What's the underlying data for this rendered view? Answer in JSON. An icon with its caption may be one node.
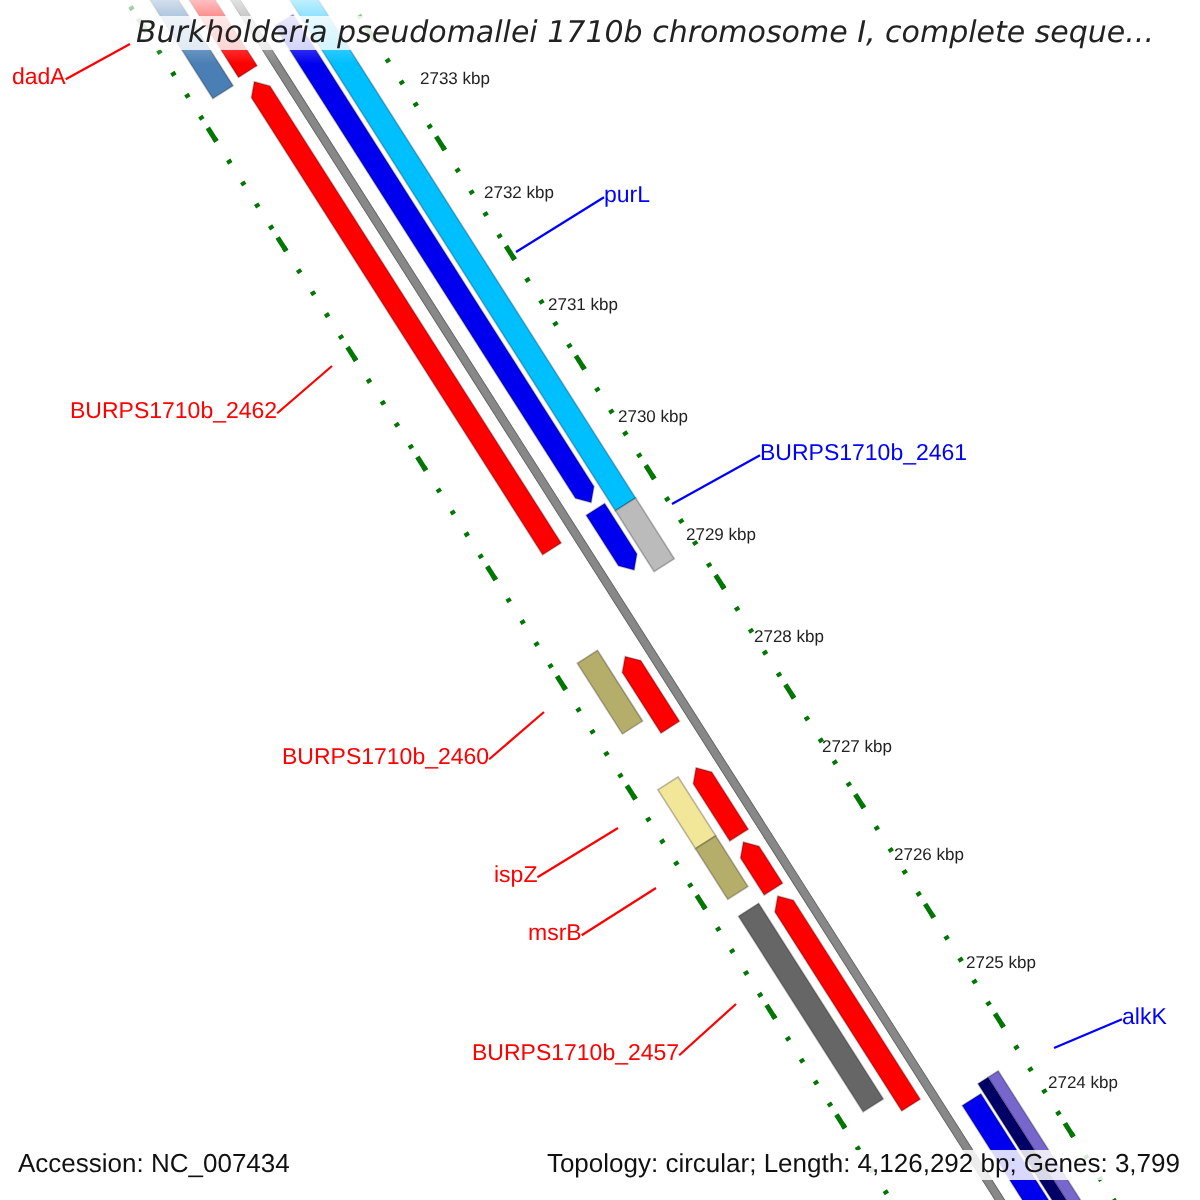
{
  "diagram": {
    "title": "Burkholderia pseudomallei 1710b chromosome I, complete seque...",
    "nodes": [
      {
        "text": [
          "dadA"
        ]
      },
      {
        "text": [
          "purL"
        ]
      },
      {
        "text": [
          "BURPS1710b_2462"
        ]
      },
      {
        "text": [
          "BURPS1710b_2461"
        ]
      },
      {
        "text": [
          "BURPS1710b_2460"
        ]
      },
      {
        "text": [
          "ispZ"
        ]
      },
      {
        "text": [
          "msrB"
        ]
      },
      {
        "text": [
          "BURPS1710b_2457"
        ]
      },
      {
        "text": [
          "alkK"
        ]
      }
    ],
    "edges": [
      {
        "from": 0,
        "to": null,
        "arrow": "none"
      },
      {
        "from": 1,
        "to": null,
        "arrow": "none",
        "color": "#0000ff"
      },
      {
        "from": 2,
        "to": null,
        "arrow": "none"
      },
      {
        "from": 3,
        "to": null,
        "arrow": "none",
        "color": "#0000ff"
      },
      {
        "from": 4,
        "to": null,
        "arrow": "none"
      },
      {
        "from": 5,
        "to": null,
        "arrow": "none"
      },
      {
        "from": 6,
        "to": null,
        "arrow": "none"
      },
      {
        "from": 7,
        "to": null,
        "arrow": "none"
      },
      {
        "from": 8,
        "to": null,
        "arrow": "none",
        "color": "#0000ff"
      }
    ],
    "labels": [
      "2733 kbp",
      "2732 kbp",
      "2731 kbp",
      "2730 kbp",
      "2729 kbp",
      "2728 kbp",
      "2727 kbp",
      "2726 kbp",
      "2725 kbp",
      "2724 kbp",
      "Accession: NC_007434",
      "Topology: circular; Length: 4,126,292 bp; Genes: 3,799"
    ]
  }
}
